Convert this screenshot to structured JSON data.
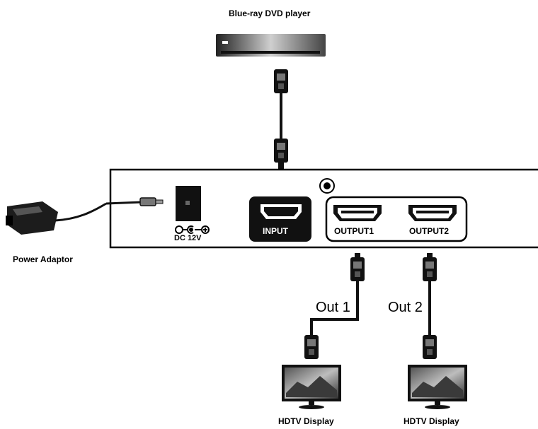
{
  "source_device": {
    "label": "Blue-ray DVD player",
    "icon": "dvd-player-icon"
  },
  "power": {
    "label": "Power Adaptor",
    "icon": "power-adaptor-icon"
  },
  "splitter": {
    "dc_label": "DC 12V",
    "input_label": "INPUT",
    "output1_label": "OUTPUT1",
    "output2_label": "OUTPUT2"
  },
  "outputs": [
    {
      "label": "Out 1",
      "display_label": "HDTV  Display",
      "icon": "hdtv-display-icon"
    },
    {
      "label": "Out 2",
      "display_label": "HDTV  Display",
      "icon": "hdtv-display-icon"
    }
  ],
  "colors": {
    "ink": "#000000",
    "panel": "#ffffff",
    "screen": "#3a3a3a"
  }
}
